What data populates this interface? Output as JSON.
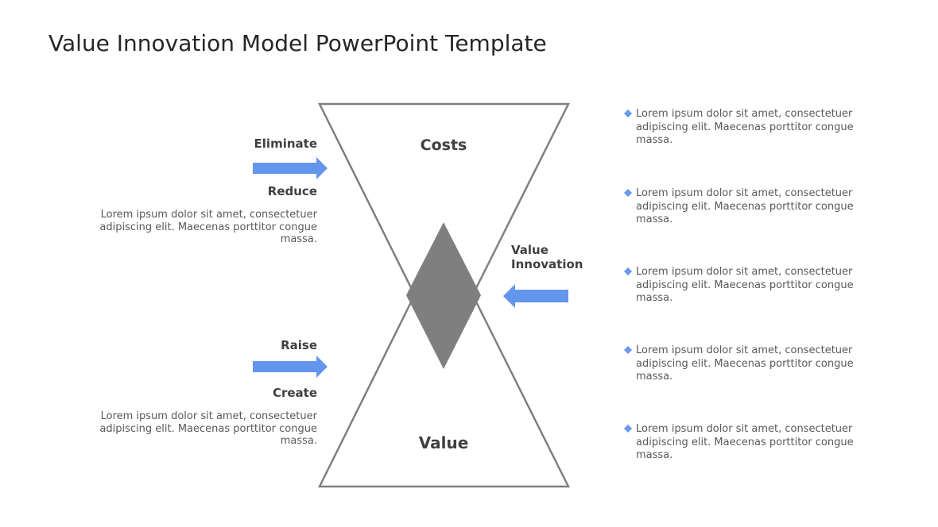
{
  "title": "Value Innovation Model PowerPoint Template",
  "colors": {
    "arrow": "#6495ED",
    "outline": "#7f7f7f",
    "diamond": "#7f7f7f",
    "text": "#404040"
  },
  "shapes": {
    "top_label": "Costs",
    "bottom_label": "Value"
  },
  "left": {
    "top": {
      "label_above": "Eliminate",
      "label_below": "Reduce",
      "text": "Lorem ipsum dolor sit amet, consectetuer adipiscing elit. Maecenas porttitor congue massa."
    },
    "bottom": {
      "label_above": "Raise",
      "label_below": "Create",
      "text": "Lorem ipsum dolor sit amet, consectetuer adipiscing elit. Maecenas porttitor congue massa."
    }
  },
  "right_label": {
    "line1": "Value",
    "line2": "Innovation"
  },
  "bullets": [
    "Lorem ipsum dolor sit amet, consectetuer adipiscing elit. Maecenas porttitor congue massa.",
    "Lorem ipsum dolor sit amet, consectetuer adipiscing elit. Maecenas porttitor congue massa.",
    "Lorem ipsum dolor sit amet, consectetuer adipiscing elit. Maecenas porttitor congue massa.",
    "Lorem ipsum dolor sit amet, consectetuer adipiscing elit. Maecenas porttitor congue massa.",
    "Lorem ipsum dolor sit amet, consectetuer adipiscing elit. Maecenas porttitor congue massa."
  ]
}
